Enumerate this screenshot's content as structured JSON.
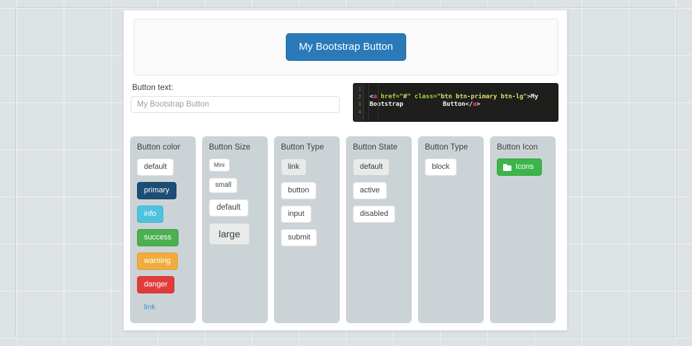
{
  "preview": {
    "button_label": "My Bootstrap Button"
  },
  "text_field": {
    "label": "Button text:",
    "value": "My Bootstrap Button",
    "placeholder": "My Bootstrap Button"
  },
  "code_editor": {
    "line_numbers": [
      "1",
      "2",
      "3",
      "4"
    ],
    "tokens": {
      "open_bracket": "<",
      "tag_name": "a",
      "attr_href": " href=",
      "val_href": "\"#\"",
      "attr_class": " class=",
      "val_class": "\"btn btn-primary btn-lg\"",
      "close_bracket": ">",
      "content_line1": "My Bootstrap",
      "content_line2": "Button",
      "close_open": "</",
      "close_tag": "a",
      "close_end": ">"
    },
    "full_code": "<a href=\"#\" class=\"btn btn-primary btn-lg\">My Bootstrap Button</a>"
  },
  "columns": [
    {
      "title": "Button color",
      "name": "button-color",
      "options": [
        {
          "label": "default",
          "variant": "c-default",
          "selected": false
        },
        {
          "label": "primary",
          "variant": "c-primary",
          "selected": false
        },
        {
          "label": "info",
          "variant": "c-info",
          "selected": false
        },
        {
          "label": "success",
          "variant": "c-success",
          "selected": false
        },
        {
          "label": "warning",
          "variant": "c-warning",
          "selected": false
        },
        {
          "label": "danger",
          "variant": "c-danger",
          "selected": false
        },
        {
          "label": "link",
          "variant": "c-link",
          "selected": false
        }
      ]
    },
    {
      "title": "Button Size",
      "name": "button-size",
      "options": [
        {
          "label": "Mini",
          "variant": "s-mini",
          "selected": false
        },
        {
          "label": "small",
          "variant": "s-small",
          "selected": false
        },
        {
          "label": "default",
          "variant": "s-default",
          "selected": false
        },
        {
          "label": "large",
          "variant": "s-large",
          "selected": true
        }
      ]
    },
    {
      "title": "Button Type",
      "name": "button-type",
      "options": [
        {
          "label": "link",
          "variant": "",
          "selected": true
        },
        {
          "label": "button",
          "variant": "",
          "selected": false
        },
        {
          "label": "input",
          "variant": "",
          "selected": false
        },
        {
          "label": "submit",
          "variant": "",
          "selected": false
        }
      ]
    },
    {
      "title": "Button State",
      "name": "button-state",
      "options": [
        {
          "label": "default",
          "variant": "",
          "selected": true
        },
        {
          "label": "active",
          "variant": "",
          "selected": false
        },
        {
          "label": "disabled",
          "variant": "",
          "selected": false
        }
      ]
    },
    {
      "title": "Button Type",
      "name": "button-block",
      "options": [
        {
          "label": "block",
          "variant": "",
          "selected": false
        }
      ]
    },
    {
      "title": "Button Icon",
      "name": "button-icon",
      "options": [
        {
          "label": "Icons",
          "variant": "c-icons",
          "selected": false,
          "icon": "folder-icon"
        }
      ]
    }
  ],
  "colors": {
    "accent_primary": "#2a7ab9",
    "primary": "#1c4e75",
    "info": "#4ec3e0",
    "success": "#4caf50",
    "warning": "#f0ad3e",
    "danger": "#e03c3c",
    "link": "#4a90c4",
    "icons_green": "#3cb54a",
    "panel_grey": "#ccd3d6",
    "page_bg": "#dde2e5"
  }
}
